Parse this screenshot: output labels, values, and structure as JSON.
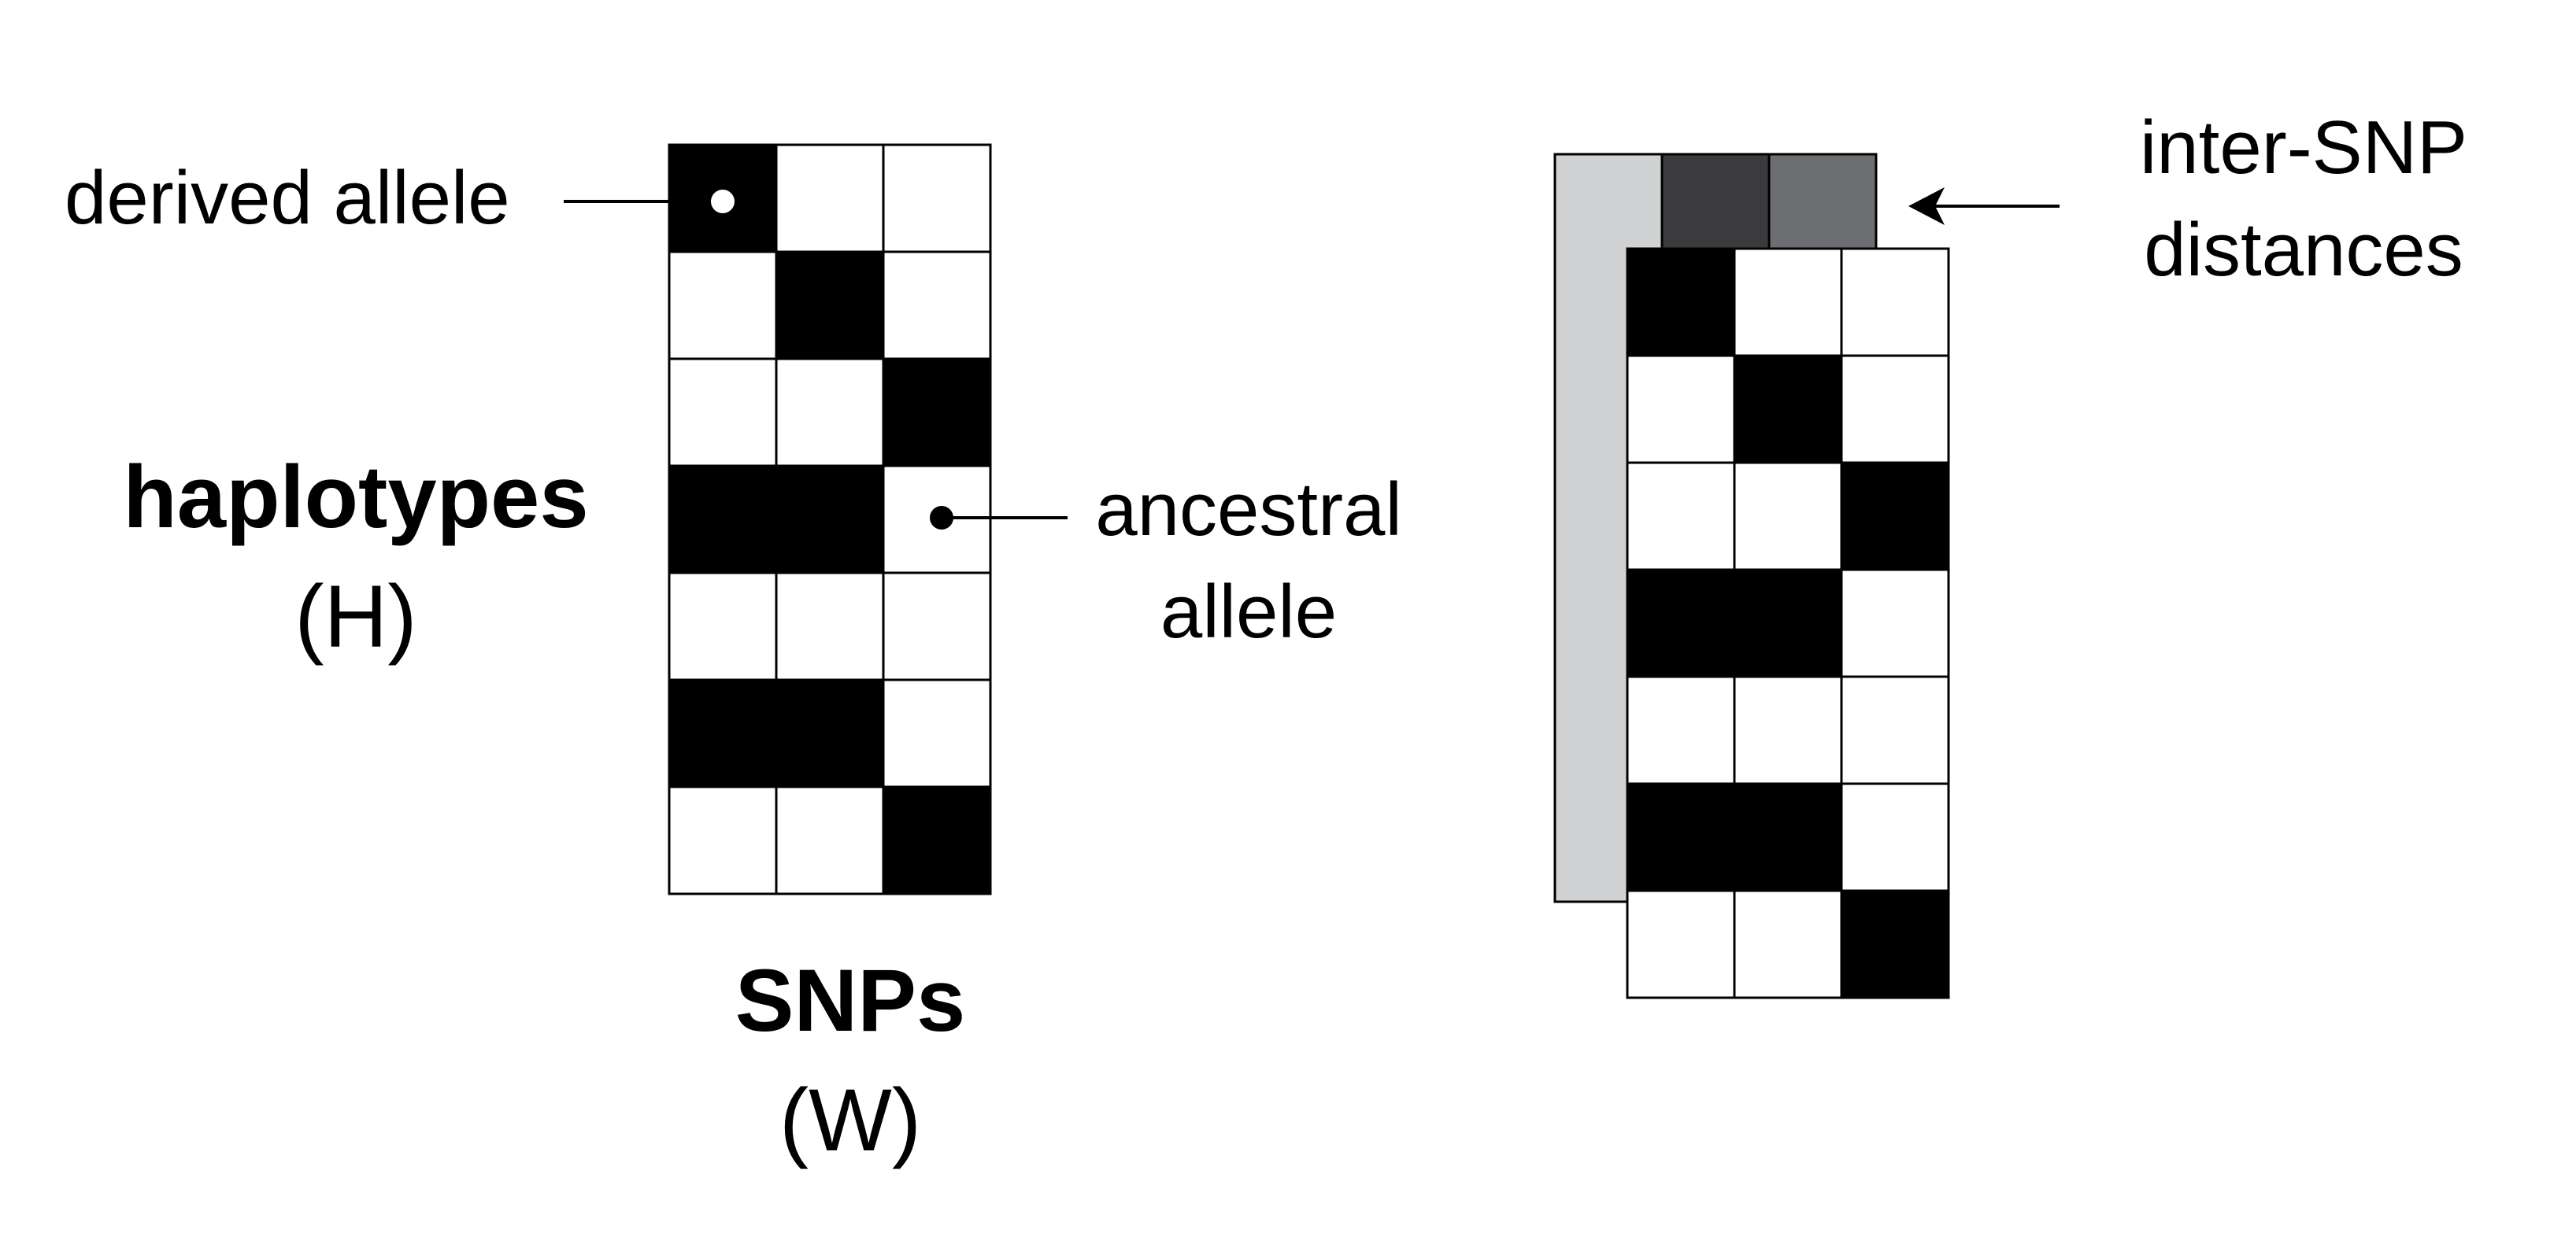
{
  "labels": {
    "derived_allele": "derived allele",
    "haplotypes": "haplotypes",
    "haplotypes_symbol": "(H)",
    "ancestral_line1": "ancestral",
    "ancestral_line2": "allele",
    "snps": "SNPs",
    "snps_symbol": "(W)",
    "inter_line1": "inter-SNP",
    "inter_line2": "distances"
  },
  "matrix": [
    [
      1,
      0,
      0
    ],
    [
      0,
      1,
      0
    ],
    [
      0,
      0,
      1
    ],
    [
      1,
      1,
      0
    ],
    [
      0,
      0,
      0
    ],
    [
      1,
      1,
      0
    ],
    [
      0,
      0,
      1
    ]
  ],
  "distance_shades": [
    "#3b3b3d",
    "#6d6e71"
  ],
  "colors": {
    "derived": "#000000",
    "ancestral": "#ffffff",
    "backing": "#d1d2d4",
    "stroke": "#000000"
  }
}
